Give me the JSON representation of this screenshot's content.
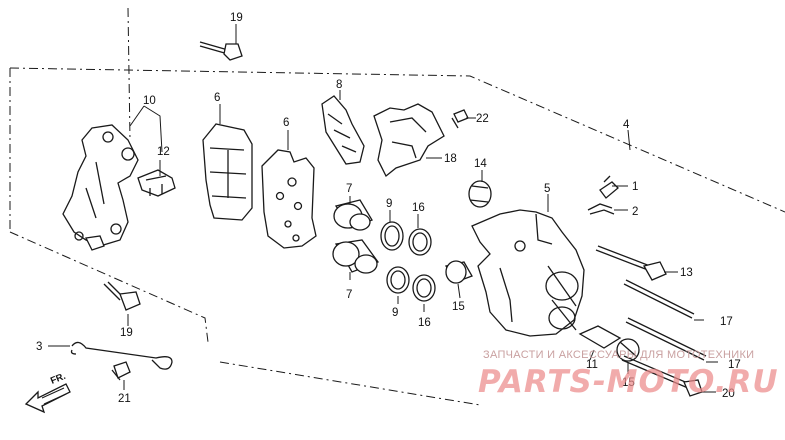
{
  "callouts": {
    "c1": "1",
    "c2": "2",
    "c3": "3",
    "c4": "4",
    "c5": "5",
    "c6a": "6",
    "c6b": "6",
    "c7a": "7",
    "c7b": "7",
    "c8": "8",
    "c9a": "9",
    "c9b": "9",
    "c10": "10",
    "c11": "11",
    "c12": "12",
    "c13": "13",
    "c14": "14",
    "c15a": "15",
    "c15b": "15",
    "c16a": "16",
    "c16b": "16",
    "c17a": "17",
    "c17b": "17",
    "c18": "18",
    "c19a": "19",
    "c19b": "19",
    "c20": "20",
    "c21": "21",
    "c22": "22"
  },
  "direction_label": "FR.",
  "watermark": {
    "caption": "ЗАПЧАСТИ И АКСЕССУАРЫ ДЛЯ МОТОТЕХНИКИ",
    "brand": "PARTS-MOTO.RU"
  },
  "colors": {
    "line": "#1a1a1a",
    "watermark": "#ec8a8a"
  }
}
